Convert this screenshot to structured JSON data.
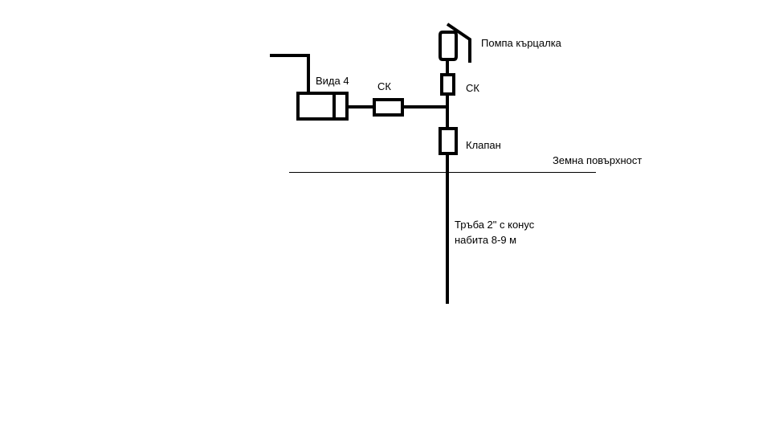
{
  "labels": {
    "pump": "Помпа кърцалка",
    "check_valve_top": "СК",
    "check_valve_left": "СК",
    "motor": "Вида 4",
    "valve": "Клапан",
    "ground": "Земна повърхност",
    "pipe_line1": "Тръба 2\" с конус",
    "pipe_line2": "набита 8-9 м"
  },
  "colors": {
    "stroke": "#000000",
    "background": "#ffffff"
  }
}
